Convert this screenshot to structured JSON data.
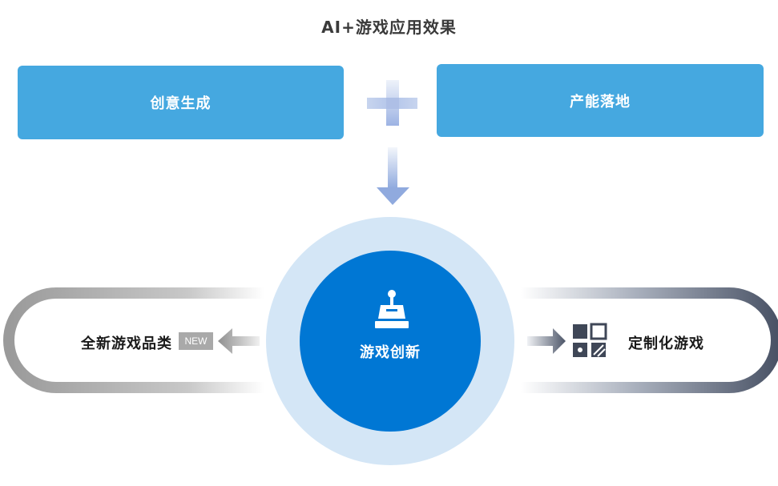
{
  "title": "AI+游戏应用效果",
  "top_boxes": {
    "left_label": "创意生成",
    "right_label": "产能落地"
  },
  "center": {
    "label": "游戏创新",
    "icon": "joystick-icon"
  },
  "left_branch": {
    "label": "全新游戏品类",
    "badge": "NEW"
  },
  "right_branch": {
    "label": "定制化游戏",
    "icon": "grid-blocks-icon"
  },
  "colors": {
    "box_blue": "#45a8e0",
    "center_dark": "#0077d4",
    "center_ring": "#d3e6f6",
    "plus_gradient_top": "#e9eef8",
    "plus_gradient_bottom": "#9fb6e6",
    "left_loop_gray": "#a0a0a0",
    "right_loop_slate": "#4c5568"
  }
}
